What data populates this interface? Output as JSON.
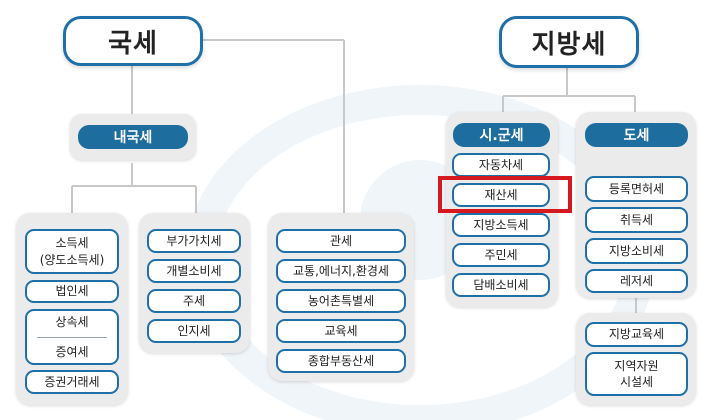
{
  "national": {
    "title": "국세",
    "domestic": {
      "header": "내국세",
      "col1": [
        "소득세",
        "(양도소득세)",
        "법인세",
        "상속세",
        "증여세",
        "증권거래세"
      ],
      "col2": [
        "부가가치세",
        "개별소비세",
        "주세",
        "인지세"
      ]
    },
    "other": [
      "관세",
      "교통,에너지,환경세",
      "농어촌특별세",
      "교육세",
      "종합부동산세"
    ]
  },
  "local": {
    "title": "지방세",
    "city": {
      "header": "시.군세",
      "items": [
        "자동차세",
        "재산세",
        "지방소득세",
        "주민세",
        "담배소비세"
      ],
      "highlighted": "재산세"
    },
    "province": {
      "header": "도세",
      "items": [
        "등록면허세",
        "취득세",
        "지방소비세",
        "레저세"
      ],
      "extra": [
        "지방교육세",
        "지역자원",
        "시설세"
      ]
    }
  },
  "colors": {
    "border": "#1f6fa8",
    "header": "#1e6d9f",
    "panel": "#ebebeb",
    "highlight": "#d6191f",
    "line": "#c8c8c8"
  }
}
